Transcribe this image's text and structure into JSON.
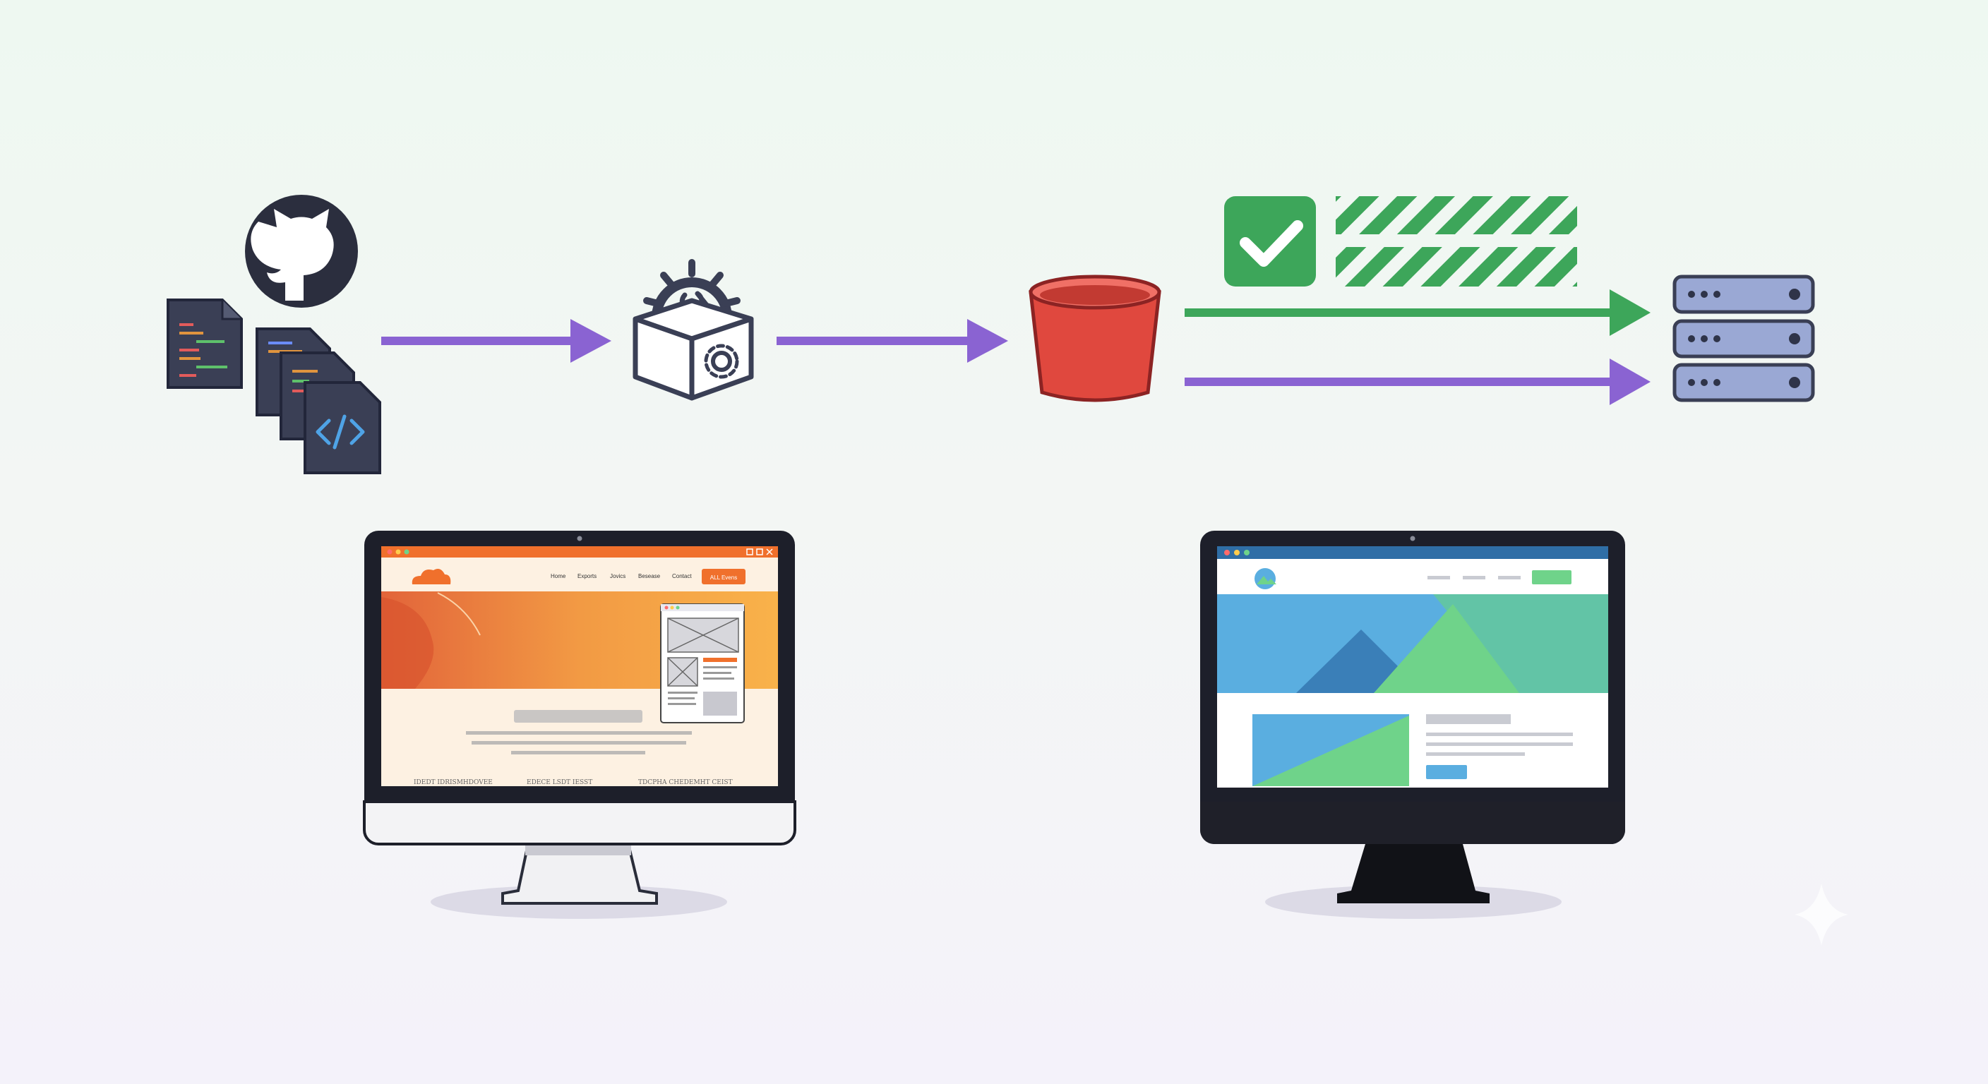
{
  "pipeline": {
    "source": {
      "icons": [
        "github-icon",
        "code-file-icon"
      ]
    },
    "build": {
      "icon": "build-box-gear-icon"
    },
    "storage": {
      "icon": "bucket-icon"
    },
    "deploy": {
      "icons": [
        "check-icon",
        "progress-stripes-icon",
        "server-stack-icon"
      ]
    },
    "colors": {
      "arrow_purple": "#8a63d2",
      "arrow_green": "#3da65a",
      "bucket_red": "#e0483e",
      "icon_dark": "#3a3f55"
    }
  },
  "left_monitor": {
    "theme_color": "#f0702c",
    "nav": [
      "Home",
      "Exports",
      "Jovics",
      "Besease",
      "Contact"
    ],
    "cta": "ALL Evens",
    "footer": [
      "IDEDT IDRISMHDOVEE",
      "EDECE LSDT IESST",
      "TDCPHA CHEDEMHT CEIST"
    ]
  },
  "right_monitor": {
    "theme_color": "#2f6ea6",
    "accent_colors": [
      "#5aaee0",
      "#6fd38a",
      "#3a7fb8"
    ]
  }
}
